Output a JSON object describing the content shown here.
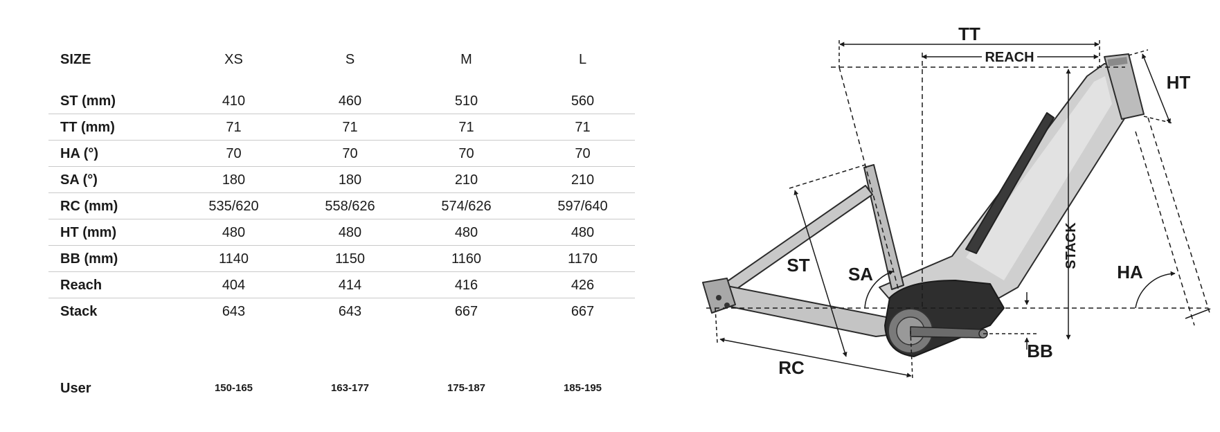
{
  "table": {
    "header_label": "SIZE",
    "sizes": [
      "XS",
      "S",
      "M",
      "L"
    ],
    "rows": [
      {
        "label": "ST (mm)",
        "values": [
          "410",
          "460",
          "510",
          "560"
        ]
      },
      {
        "label": "TT (mm)",
        "values": [
          "71",
          "71",
          "71",
          "71"
        ]
      },
      {
        "label": "HA (°)",
        "values": [
          "70",
          "70",
          "70",
          "70"
        ]
      },
      {
        "label": "SA (°)",
        "values": [
          "180",
          "180",
          "210",
          "210"
        ]
      },
      {
        "label": "RC (mm)",
        "values": [
          "535/620",
          "558/626",
          "574/626",
          "597/640"
        ]
      },
      {
        "label": "HT (mm)",
        "values": [
          "480",
          "480",
          "480",
          "480"
        ]
      },
      {
        "label": "BB (mm)",
        "values": [
          "1140",
          "1150",
          "1160",
          "1170"
        ]
      },
      {
        "label": "Reach",
        "values": [
          "404",
          "414",
          "416",
          "426"
        ]
      },
      {
        "label": "Stack",
        "values": [
          "643",
          "643",
          "667",
          "667"
        ]
      }
    ],
    "user": {
      "label": "User",
      "values": [
        "150-165",
        "163-177",
        "175-187",
        "185-195"
      ]
    }
  },
  "diagram": {
    "labels": {
      "tt": "TT",
      "reach": "REACH",
      "ht": "HT",
      "st": "ST",
      "sa": "SA",
      "stack": "STACK",
      "ha": "HA",
      "rc": "RC",
      "bb": "BB"
    }
  }
}
